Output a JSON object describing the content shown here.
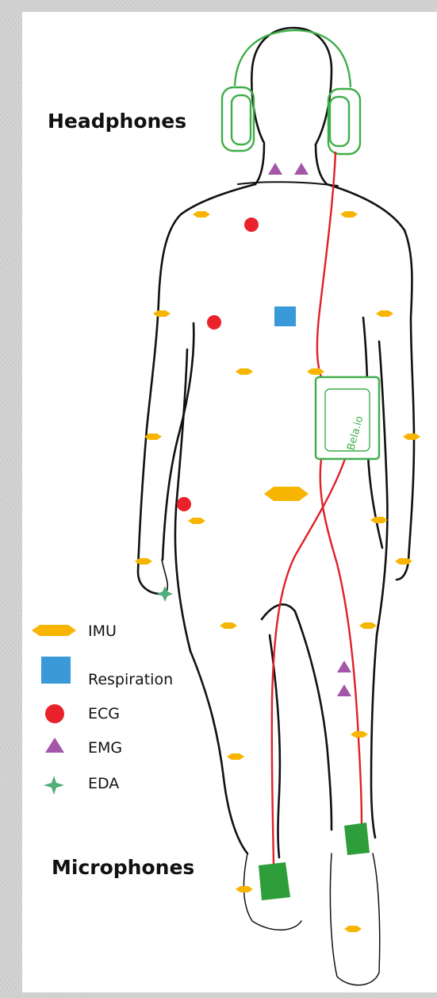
{
  "labels": {
    "headphones": "Headphones",
    "microphones": "Microphones",
    "board": "Bela.io"
  },
  "legend": [
    {
      "label": "IMU",
      "shape": "hexagon",
      "color": "#f7b500"
    },
    {
      "label": "Respiration",
      "shape": "square",
      "color": "#3a9ad9"
    },
    {
      "label": "ECG",
      "shape": "circle",
      "color": "#e8212b"
    },
    {
      "label": "EMG",
      "shape": "triangle",
      "color": "#a456a8"
    },
    {
      "label": "EDA",
      "shape": "star",
      "color": "#4fae7a"
    }
  ],
  "colors": {
    "outline": "#111111",
    "wire": "#e02027",
    "device": "#3fae49",
    "microphone": "#2e9e3a"
  }
}
